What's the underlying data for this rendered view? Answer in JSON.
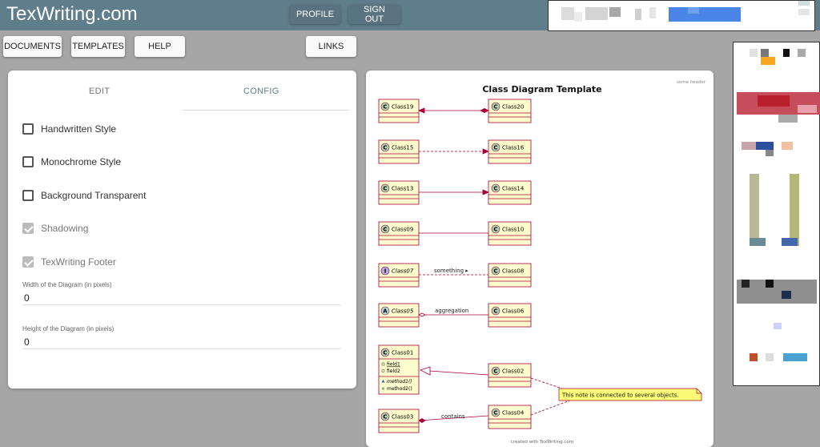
{
  "header": {
    "brand": "TexWriting.com"
  },
  "topnav": {
    "profile": "PROFILE",
    "signout": "SIGN OUT"
  },
  "subnav": {
    "documents": "DOCUMENTS",
    "templates": "TEMPLATES",
    "help": "HELP",
    "links": "LINKS"
  },
  "panel": {
    "tabs": [
      {
        "label": "EDIT",
        "active": false
      },
      {
        "label": "CONFIG",
        "active": true
      }
    ],
    "options": [
      {
        "label": "Handwritten Style",
        "checked": false,
        "disabled": false
      },
      {
        "label": "Monochrome Style",
        "checked": false,
        "disabled": false
      },
      {
        "label": "Background Transparent",
        "checked": false,
        "disabled": false
      },
      {
        "label": "Shadowing",
        "checked": true,
        "disabled": true
      },
      {
        "label": "TexWriting Footer",
        "checked": true,
        "disabled": true
      }
    ],
    "width_label": "Width of the Diagram (in pixels)",
    "width_value": "0",
    "height_label": "Height of the Diagram (in pixels)",
    "height_value": "0"
  },
  "diagram": {
    "title": "Class Diagram Template",
    "header": "some header",
    "footer": "created with TexWriting.com",
    "classes": {
      "Class19": "Class19",
      "Class20": "Class20",
      "Class15": "Class15",
      "Class16": "Class16",
      "Class13": "Class13",
      "Class14": "Class14",
      "Class09": "Class09",
      "Class10": "Class10",
      "Class07": "Class07",
      "Class08": "Class08",
      "Class05": "Class05",
      "Class06": "Class06",
      "Class01": "Class01",
      "Class02": "Class02",
      "Class03": "Class03",
      "Class04": "Class04"
    },
    "class01_members": {
      "field1": "field1",
      "field2": "field2",
      "method1": "method1()",
      "method2": "method2()"
    },
    "labels": {
      "something": "something ▸",
      "aggregation": "aggregation",
      "contains": "contains"
    },
    "note": "This note is connected to several objects.",
    "colors": {
      "class_fill": "#fefece",
      "class_border": "#a80036",
      "note_fill": "#fbfb77",
      "stereo_c": "#add1b2",
      "stereo_i": "#b4a7e5",
      "stereo_a": "#a9dcdf"
    }
  }
}
